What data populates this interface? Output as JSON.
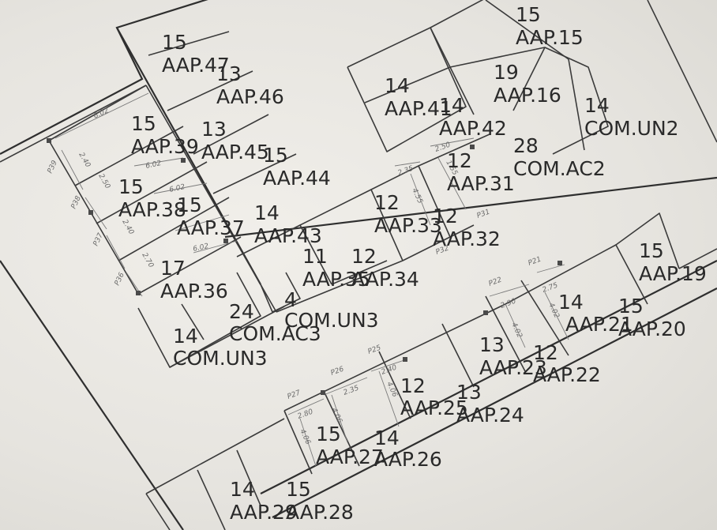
{
  "units": [
    {
      "id": "u-aap47",
      "number": "15",
      "code": "AAP.47"
    },
    {
      "id": "u-aap46",
      "number": "13",
      "code": "AAP.46"
    },
    {
      "id": "u-aap15",
      "number": "15",
      "code": "AAP.15"
    },
    {
      "id": "u-aap16",
      "number": "19",
      "code": "AAP.16"
    },
    {
      "id": "u-comun2",
      "number": "14",
      "code": "COM.UN2"
    },
    {
      "id": "u-aap41",
      "number": "14",
      "code": "AAP.41"
    },
    {
      "id": "u-aap42",
      "number": "14",
      "code": "AAP.42"
    },
    {
      "id": "u-comac2",
      "number": "28",
      "code": "COM.AC2"
    },
    {
      "id": "u-aap31",
      "number": "12",
      "code": "AAP.31"
    },
    {
      "id": "u-aap39",
      "number": "15",
      "code": "AAP.39"
    },
    {
      "id": "u-aap45",
      "number": "13",
      "code": "AAP.45"
    },
    {
      "id": "u-aap44",
      "number": "15",
      "code": "AAP.44"
    },
    {
      "id": "u-aap38",
      "number": "15",
      "code": "AAP.38"
    },
    {
      "id": "u-aap37",
      "number": "15",
      "code": "AAP.37"
    },
    {
      "id": "u-aap43",
      "number": "14",
      "code": "AAP.43"
    },
    {
      "id": "u-aap33",
      "number": "12",
      "code": "AAP.33"
    },
    {
      "id": "u-aap32",
      "number": "12",
      "code": "AAP.32"
    },
    {
      "id": "u-aap35",
      "number": "11",
      "code": "AAP.35"
    },
    {
      "id": "u-aap34",
      "number": "12",
      "code": "AAP.34"
    },
    {
      "id": "u-aap36",
      "number": "17",
      "code": "AAP.36"
    },
    {
      "id": "u-comun3a",
      "number": "4",
      "code": "COM.UN3"
    },
    {
      "id": "u-comac3",
      "number": "24",
      "code": "COM.AC3"
    },
    {
      "id": "u-comun3b",
      "number": "14",
      "code": "COM.UN3"
    },
    {
      "id": "u-aap19",
      "number": "15",
      "code": "AAP.19"
    },
    {
      "id": "u-aap21",
      "number": "14",
      "code": "AAP.21"
    },
    {
      "id": "u-aap20",
      "number": "15",
      "code": "AAP.20"
    },
    {
      "id": "u-aap23",
      "number": "13",
      "code": "AAP.23"
    },
    {
      "id": "u-aap22",
      "number": "12",
      "code": "AAP.22"
    },
    {
      "id": "u-aap25",
      "number": "12",
      "code": "AAP.25"
    },
    {
      "id": "u-aap24",
      "number": "13",
      "code": "AAP.24"
    },
    {
      "id": "u-aap27",
      "number": "15",
      "code": "AAP.27"
    },
    {
      "id": "u-aap26",
      "number": "14",
      "code": "AAP.26"
    },
    {
      "id": "u-aap29",
      "number": "14",
      "code": "AAP.29"
    },
    {
      "id": "u-aap28",
      "number": "15",
      "code": "AAP.28"
    }
  ],
  "pen_labels": {
    "d1": "6.02",
    "d2": "6.02",
    "d3": "6.02",
    "d4": "6.02",
    "d5": "2.40",
    "d6": "2.50",
    "d7": "2.40",
    "d8": "2.70",
    "d9": "2.50",
    "d10": "1.55",
    "d11": "2.35",
    "d12": "4.55",
    "p21": "P21",
    "p22": "P22",
    "d13": "2.75",
    "d14": "2.90",
    "d15": "4.02",
    "d16": "4.02",
    "p25": "P25",
    "p26": "P26",
    "p27": "P27",
    "d17": "2.40",
    "d18": "2.35",
    "d19": "2.80",
    "d20": "4.06",
    "d21": "4.06",
    "d22": "4.06",
    "p31": "P31",
    "p32": "P32",
    "p36": "P36",
    "p37": "P37",
    "p38": "P38",
    "p39": "P39"
  }
}
